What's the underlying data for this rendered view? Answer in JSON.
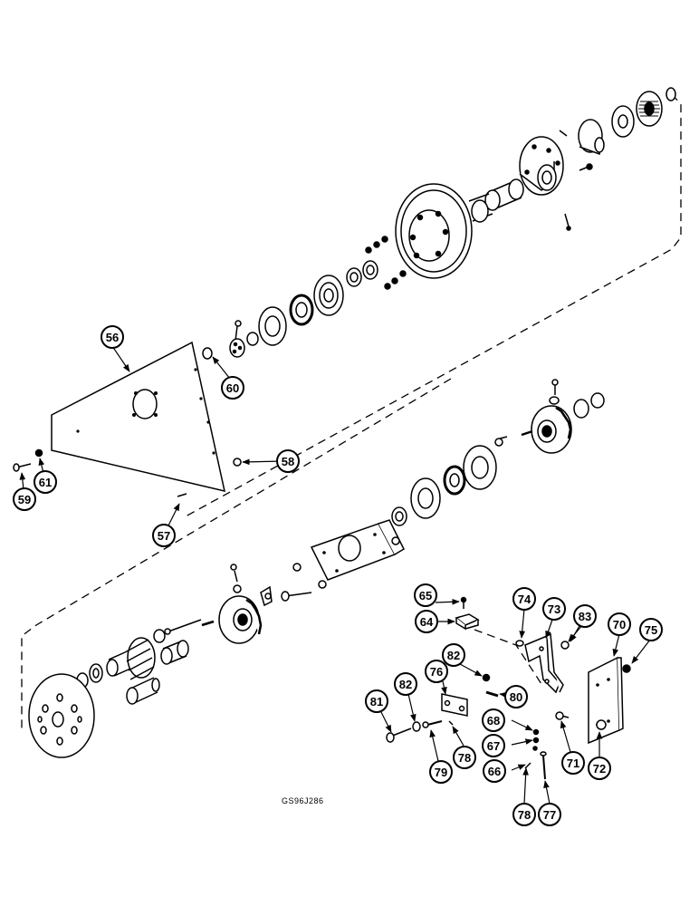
{
  "drawing_code": "GS96J286",
  "colors": {
    "ink": "#000000",
    "paper": "#ffffff"
  },
  "callouts": {
    "c56": "56",
    "c57": "57",
    "c58": "58",
    "c59": "59",
    "c60": "60",
    "c61": "61",
    "c64": "64",
    "c65": "65",
    "c66": "66",
    "c67": "67",
    "c68": "68",
    "c70": "70",
    "c71": "71",
    "c72": "72",
    "c73": "73",
    "c74": "74",
    "c75": "75",
    "c76": "76",
    "c77": "77",
    "c78a": "78",
    "c78b": "78",
    "c79": "79",
    "c80": "80",
    "c81": "81",
    "c82a": "82",
    "c82b": "82",
    "c83": "83"
  }
}
